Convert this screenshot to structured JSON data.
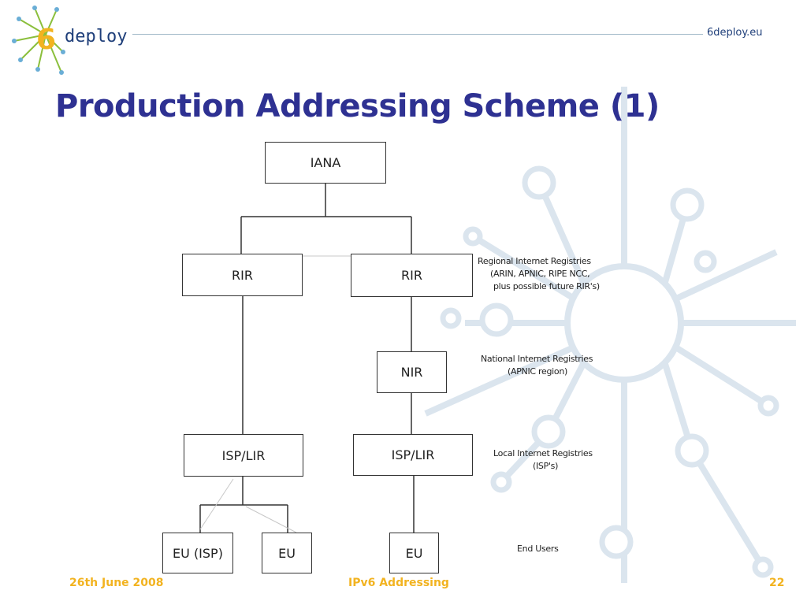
{
  "header": {
    "logo_text": "deploy",
    "site": "6deploy.eu"
  },
  "title": "Production Addressing Scheme (1)",
  "diagram": {
    "nodes": {
      "iana": "IANA",
      "rir_left": "RIR",
      "rir_right": "RIR",
      "nir": "NIR",
      "isp_left": "ISP/LIR",
      "isp_right": "ISP/LIR",
      "eu_isp": "EU (ISP)",
      "eu_mid": "EU",
      "eu_right": "EU"
    },
    "annotations": {
      "rir": [
        "Regional Internet Registries",
        "(ARIN, APNIC, RIPE NCC,",
        "plus possible future RIR's)"
      ],
      "nir": [
        "National Internet Registries",
        "(APNIC region)"
      ],
      "lir": [
        "Local Internet Registries",
        "(ISP's)"
      ],
      "eu": [
        "End Users"
      ]
    }
  },
  "footer": {
    "date": "26th June 2008",
    "topic": "IPv6 Addressing",
    "page": "22"
  },
  "colors": {
    "title": "#2e3192",
    "footer": "#f2b320",
    "decoration": "#d7e2ec"
  }
}
